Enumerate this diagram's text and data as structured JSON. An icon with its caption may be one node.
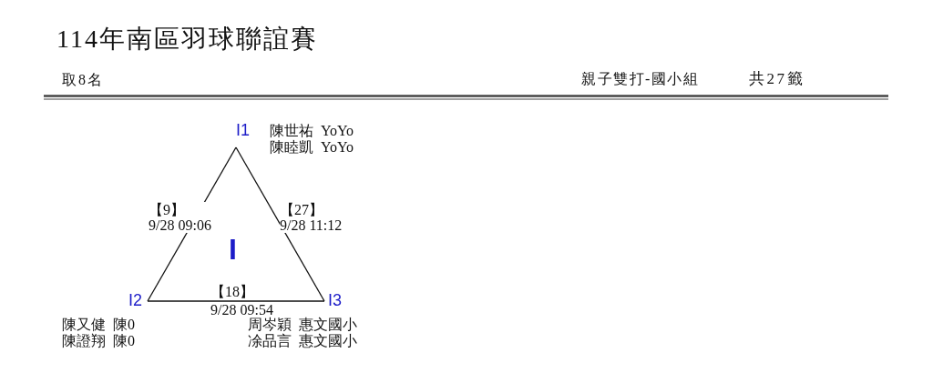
{
  "diagram": {
    "title": "114年南區羽球聯誼賽",
    "nodes": [
      {
        "text": [
          "I1"
        ],
        "beside": [
          "陳世祐 YoYo",
          "陳睦凱 YoYo"
        ]
      },
      {
        "text": [
          "I2"
        ],
        "beside": [
          "陳又健 陳0",
          "陳證翔 陳0"
        ]
      },
      {
        "text": [
          "I3"
        ],
        "beside": [
          "周岑穎 惠文國小",
          "凃品言 惠文國小"
        ]
      }
    ],
    "edges": [
      {
        "from": 0,
        "to": 1,
        "arrow": "none",
        "label": "【9】 9/28 09:06"
      },
      {
        "from": 0,
        "to": 2,
        "arrow": "none",
        "label": "【27】 9/28 11:12"
      },
      {
        "from": 1,
        "to": 2,
        "arrow": "none",
        "label": "【18】 9/28 09:54"
      }
    ],
    "labels": [
      "取8名",
      "親子雙打-國小組",
      "共27籤",
      "I"
    ]
  }
}
